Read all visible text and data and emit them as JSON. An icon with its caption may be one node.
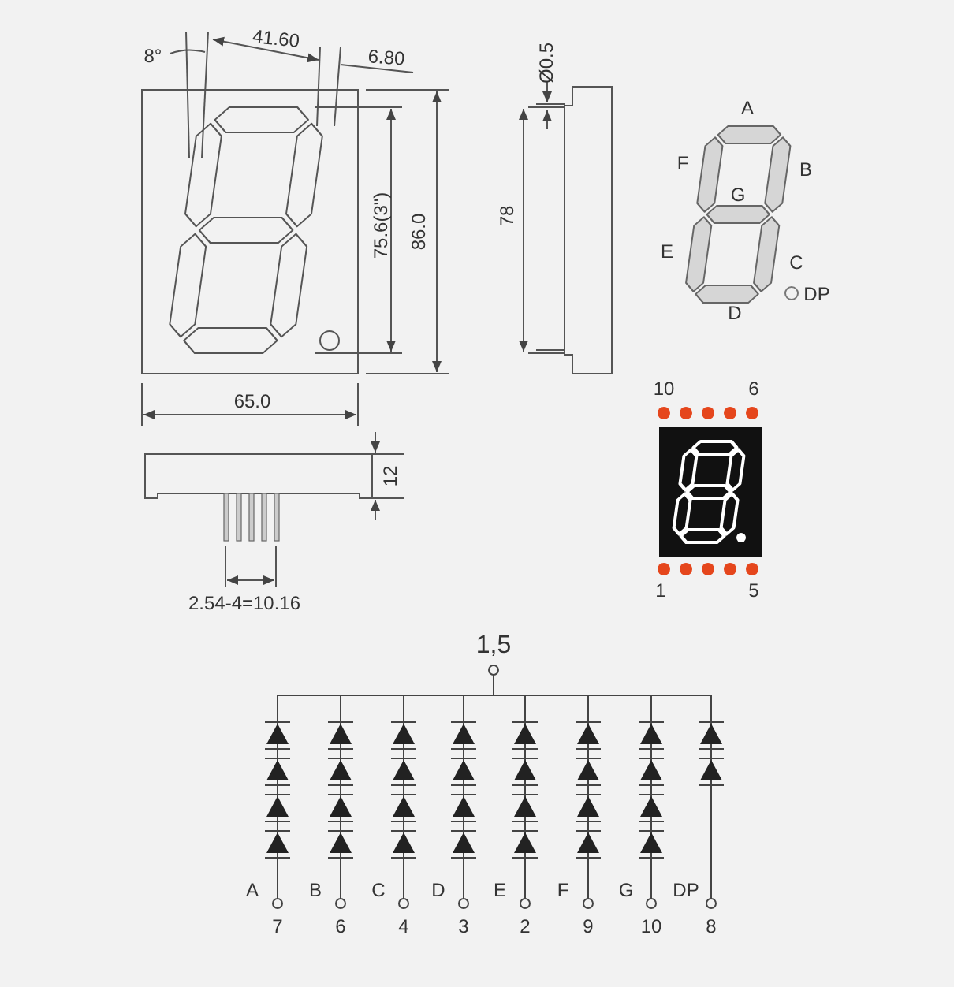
{
  "diagram": {
    "labels": [
      "8°",
      "41.60",
      "6.80",
      "Ø0.5",
      "A",
      "F",
      "B",
      "G",
      "75.6(3\")",
      "86.0",
      "78",
      "E",
      "C",
      "DP",
      "D",
      "65.0",
      "10",
      "6",
      "12",
      "1",
      "5",
      "2.54-4=10.16",
      "1,5",
      "A",
      "B",
      "C",
      "D",
      "E",
      "F",
      "G",
      "DP",
      "7",
      "6",
      "4",
      "3",
      "2",
      "9",
      "10",
      "8"
    ]
  }
}
